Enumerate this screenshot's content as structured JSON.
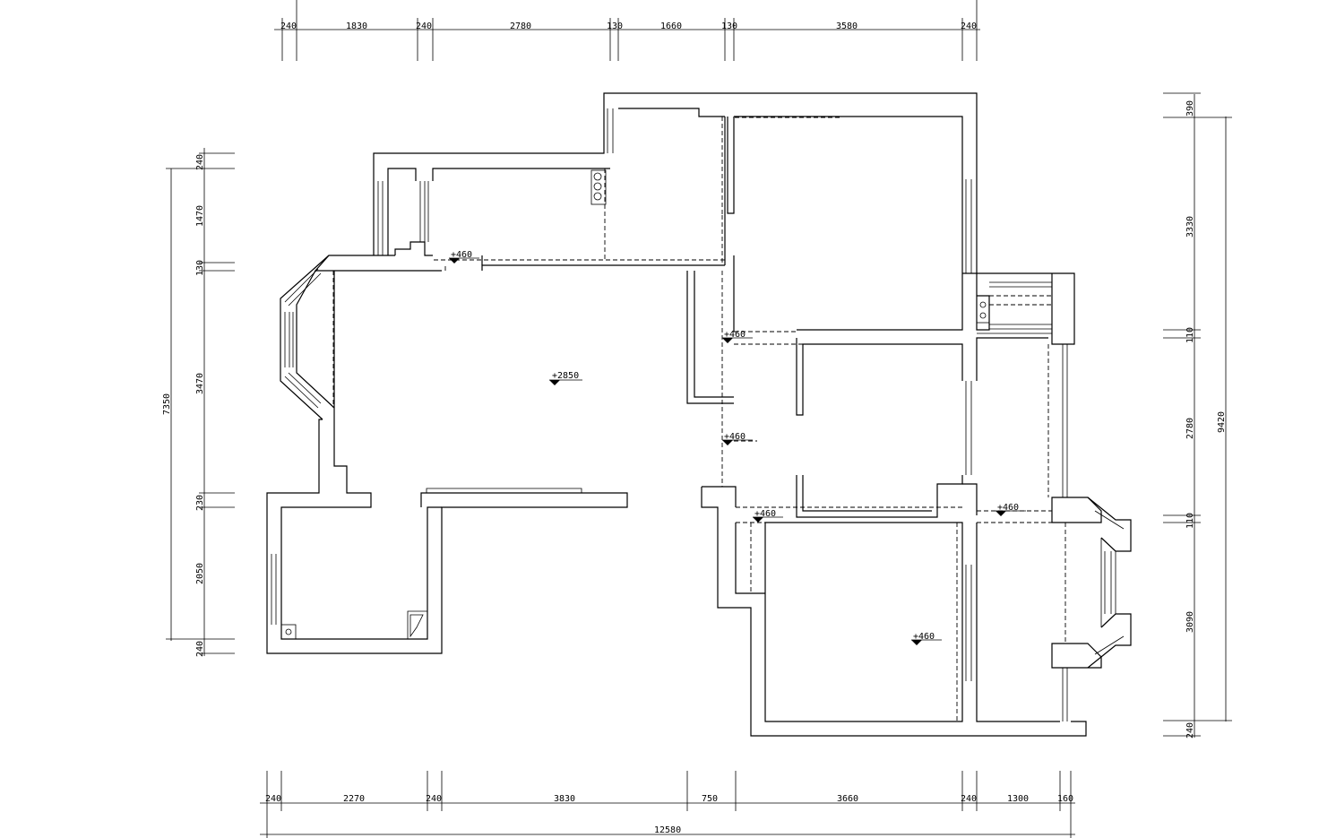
{
  "top_dimensions": [
    "240",
    "1830",
    "240",
    "2780",
    "130",
    "1660",
    "130",
    "3580",
    "240"
  ],
  "bottom_dimensions": [
    "240",
    "2270",
    "240",
    "3830",
    "750",
    "3660",
    "240",
    "1300",
    "160"
  ],
  "bottom_total": "12580",
  "left_dimensions": [
    "240",
    "1470",
    "130",
    "3470",
    "230",
    "2050",
    "240"
  ],
  "left_total": "7350",
  "right_dimensions": [
    "390",
    "3330",
    "110",
    "2780",
    "110",
    "3090",
    "240"
  ],
  "right_total": "9420",
  "elevations": {
    "living": "+2850",
    "top_corridor": "+460",
    "hall_upper": "+460",
    "hall_middle": "+460",
    "hall_lower": "+460",
    "bedroom_lower": "+460",
    "balcony": "+460"
  },
  "colors": {
    "line": "#000000",
    "background": "#ffffff"
  }
}
